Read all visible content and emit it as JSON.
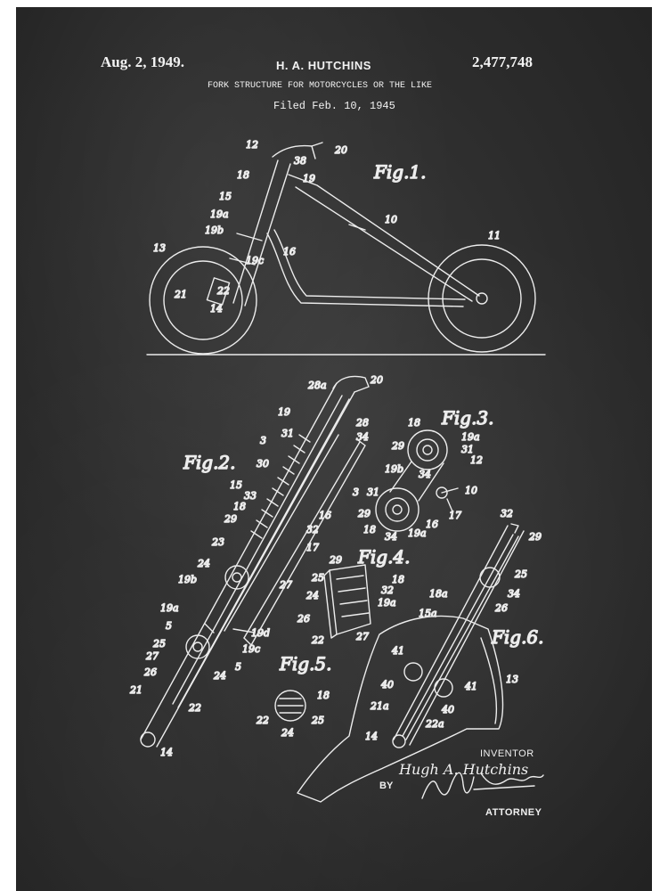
{
  "header": {
    "date": "Aug. 2, 1949.",
    "inventor": "H. A. HUTCHINS",
    "patent_number": "2,477,748",
    "title": "FORK STRUCTURE FOR MOTORCYCLES OR THE LIKE",
    "filed": "Filed Feb. 10, 1945"
  },
  "figures": {
    "fig1": "Fig.1.",
    "fig2": "Fig.2.",
    "fig3": "Fig.3.",
    "fig4": "Fig.4.",
    "fig5": "Fig.5.",
    "fig6": "Fig.6."
  },
  "fig1_labels": [
    "12",
    "20",
    "38",
    "18",
    "19",
    "15",
    "19a",
    "19b",
    "19c",
    "16",
    "10",
    "13",
    "11",
    "21",
    "22",
    "14"
  ],
  "fig2_labels": [
    "28a",
    "20",
    "19",
    "28",
    "34",
    "3",
    "31",
    "30",
    "15",
    "33",
    "18",
    "29",
    "23",
    "24",
    "19b",
    "16",
    "32",
    "17",
    "27",
    "5",
    "25",
    "27",
    "26",
    "21",
    "19a",
    "19d",
    "19c",
    "24",
    "22",
    "14",
    "3",
    "5"
  ],
  "fig3_labels": [
    "18",
    "19a",
    "29",
    "31",
    "12",
    "19b",
    "34",
    "10",
    "31",
    "29",
    "16",
    "17",
    "18",
    "34",
    "19a"
  ],
  "fig4_labels": [
    "29",
    "18",
    "25",
    "32",
    "24",
    "19a",
    "26",
    "22",
    "27"
  ],
  "fig5_labels": [
    "18",
    "22",
    "25",
    "24"
  ],
  "fig6_labels": [
    "32",
    "29",
    "25",
    "34",
    "18a",
    "26",
    "15a",
    "41",
    "13",
    "40",
    "41",
    "21a",
    "40",
    "22a",
    "14"
  ],
  "signature": {
    "inventor_caption": "INVENTOR",
    "inventor_name": "Hugh A. Hutchins",
    "by_caption": "BY",
    "attorney_caption": "ATTORNEY"
  },
  "colors": {
    "board": "#2e2e2e",
    "chalk": "#efefef"
  }
}
